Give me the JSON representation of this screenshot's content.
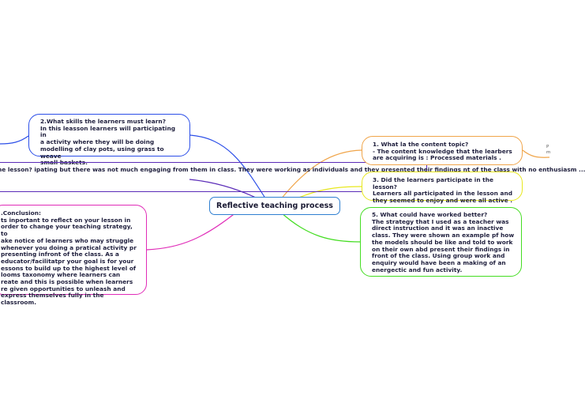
{
  "root": {
    "title": "Reflective teaching process"
  },
  "nodes": {
    "skills": {
      "text": "2.What skills the learners must learn?\nIn this leasson learners will participating in\na activity where they will be doing\nmodelling of clay pots, using grass to weave\nsmall baskets.",
      "color": "#2b4ee8"
    },
    "lesson": {
      "text": "he lesson?\nipating but there was not much engaging from them in class. They were working as individuals and they presented their findings\nnt of the class with no enthusiasm ...",
      "color": "#5a2bb8"
    },
    "conclusion": {
      "text": ".Conclusion:\nts inportant to reflect on your lesson in\norder to change your teaching strategy, to\nake notice of learners who may struggle\nwhenever you doing a pratical activity pr\npresenting infront of the class. As a\neducator/facilitatpr your goal is for your\nessons to build up to the highest level of\nlooms taxonomy where learners can\nreate and this is possible when learners\nre given opportunities to unleash and\nexpress themselves fully in the classroom.",
      "color": "#e02cb8"
    },
    "content": {
      "text": "1. What la the content topic?\n- The content knowledge that the learbers\nare acquiring is : Processed materials .",
      "color": "#f0a54a"
    },
    "participate": {
      "text": "3. Did the learners participate in the lesson?\nLearners all participated in the lesson and\nthey seemed to enjoy and were all active .",
      "color": "#e8e81e"
    },
    "better": {
      "text": "5. What could have worked better?\nThe strategy that I used as a teacher was\ndirect instruction and it was an inactive\nclass. They were shown an example pf how\nthe models should be like and told to work\non their own abd present their findings in\nfront of the class. Using group work and\nenquiry would have been a making of an\nenergectic and fun activity.",
      "color": "#44dd22"
    },
    "edge": {
      "text": "P\nm",
      "color": "#f0a54a"
    }
  }
}
